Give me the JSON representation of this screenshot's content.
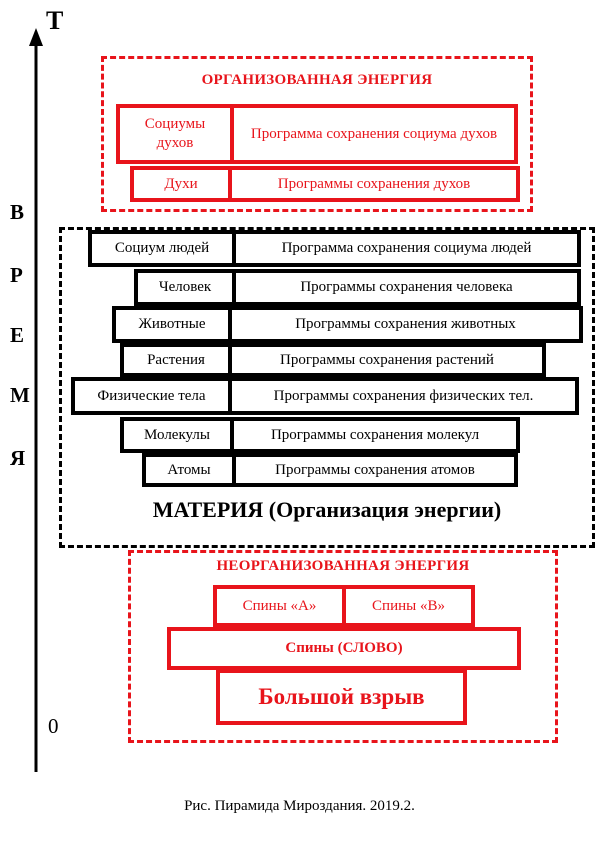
{
  "axis": {
    "top_label": "T",
    "bottom_label": "0",
    "side_letters": [
      "В",
      "Р",
      "Е",
      "М",
      "Я"
    ]
  },
  "organized": {
    "title": "ОРГАНИЗОВАННАЯ ЭНЕРГИЯ",
    "rows": [
      {
        "left": "Социумы духов",
        "right": "Программа сохранения социума духов"
      },
      {
        "left": "Духи",
        "right": "Программы сохранения духов"
      }
    ]
  },
  "matter": {
    "title": "МАТЕРИЯ (Организация энергии)",
    "rows": [
      {
        "left": "Социум людей",
        "right": "Программа сохранения социума людей"
      },
      {
        "left": "Человек",
        "right": "Программы сохранения человека"
      },
      {
        "left": "Животные",
        "right": "Программы сохранения животных"
      },
      {
        "left": "Растения",
        "right": "Программы сохранения растений"
      },
      {
        "left": "Физические тела",
        "right": "Программы сохранения физических тел."
      },
      {
        "left": "Молекулы",
        "right": "Программы сохранения молекул"
      },
      {
        "left": "Атомы",
        "right": "Программы сохранения атомов"
      }
    ]
  },
  "unorganized": {
    "title": "НЕОРГАНИЗОВАННАЯ ЭНЕРГИЯ",
    "spin_a": "Спины «А»",
    "spin_b": "Спины «В»",
    "spins": "Спины (СЛОВО)",
    "big_bang": "Большой взрыв"
  },
  "caption": "Рис. Пирамида Мироздания. 2019.2.",
  "colors": {
    "accent": "#e8141b",
    "ink": "#000000"
  }
}
